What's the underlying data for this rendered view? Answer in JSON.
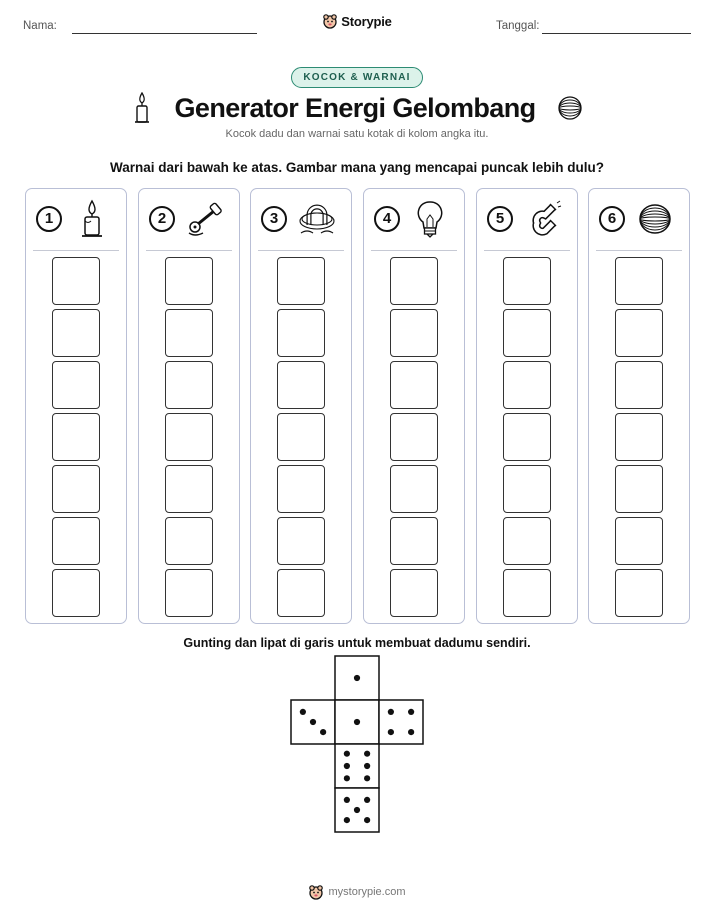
{
  "header": {
    "name_label": "Nama:",
    "date_label": "Tanggal:",
    "brand": "Storypie"
  },
  "badge": "KOCOK & WARNAI",
  "title": "Generator Energi Gelombang",
  "subtitle": "Kocok dadu dan warnai satu kotak di kolom angka itu.",
  "instruction": "Warnai dari bawah ke atas. Gambar mana yang mencapai puncak lebih dulu?",
  "columns": [
    {
      "number": "1",
      "icon": "candle-icon"
    },
    {
      "number": "2",
      "icon": "hand-crank-icon"
    },
    {
      "number": "3",
      "icon": "magnet-coil-icon"
    },
    {
      "number": "4",
      "icon": "light-bulb-icon"
    },
    {
      "number": "5",
      "icon": "horseshoe-magnet-icon"
    },
    {
      "number": "6",
      "icon": "wire-coil-icon"
    }
  ],
  "cut_instruction": "Gunting dan lipat di garis untuk membuat dadumu sendiri.",
  "footer": "mystorypie.com",
  "die_faces": [
    1,
    3,
    1,
    4,
    6,
    5
  ],
  "colors": {
    "badge_border": "#2c8b73",
    "badge_fill": "#dcf2ea",
    "column_border": "#b9bfd6"
  }
}
